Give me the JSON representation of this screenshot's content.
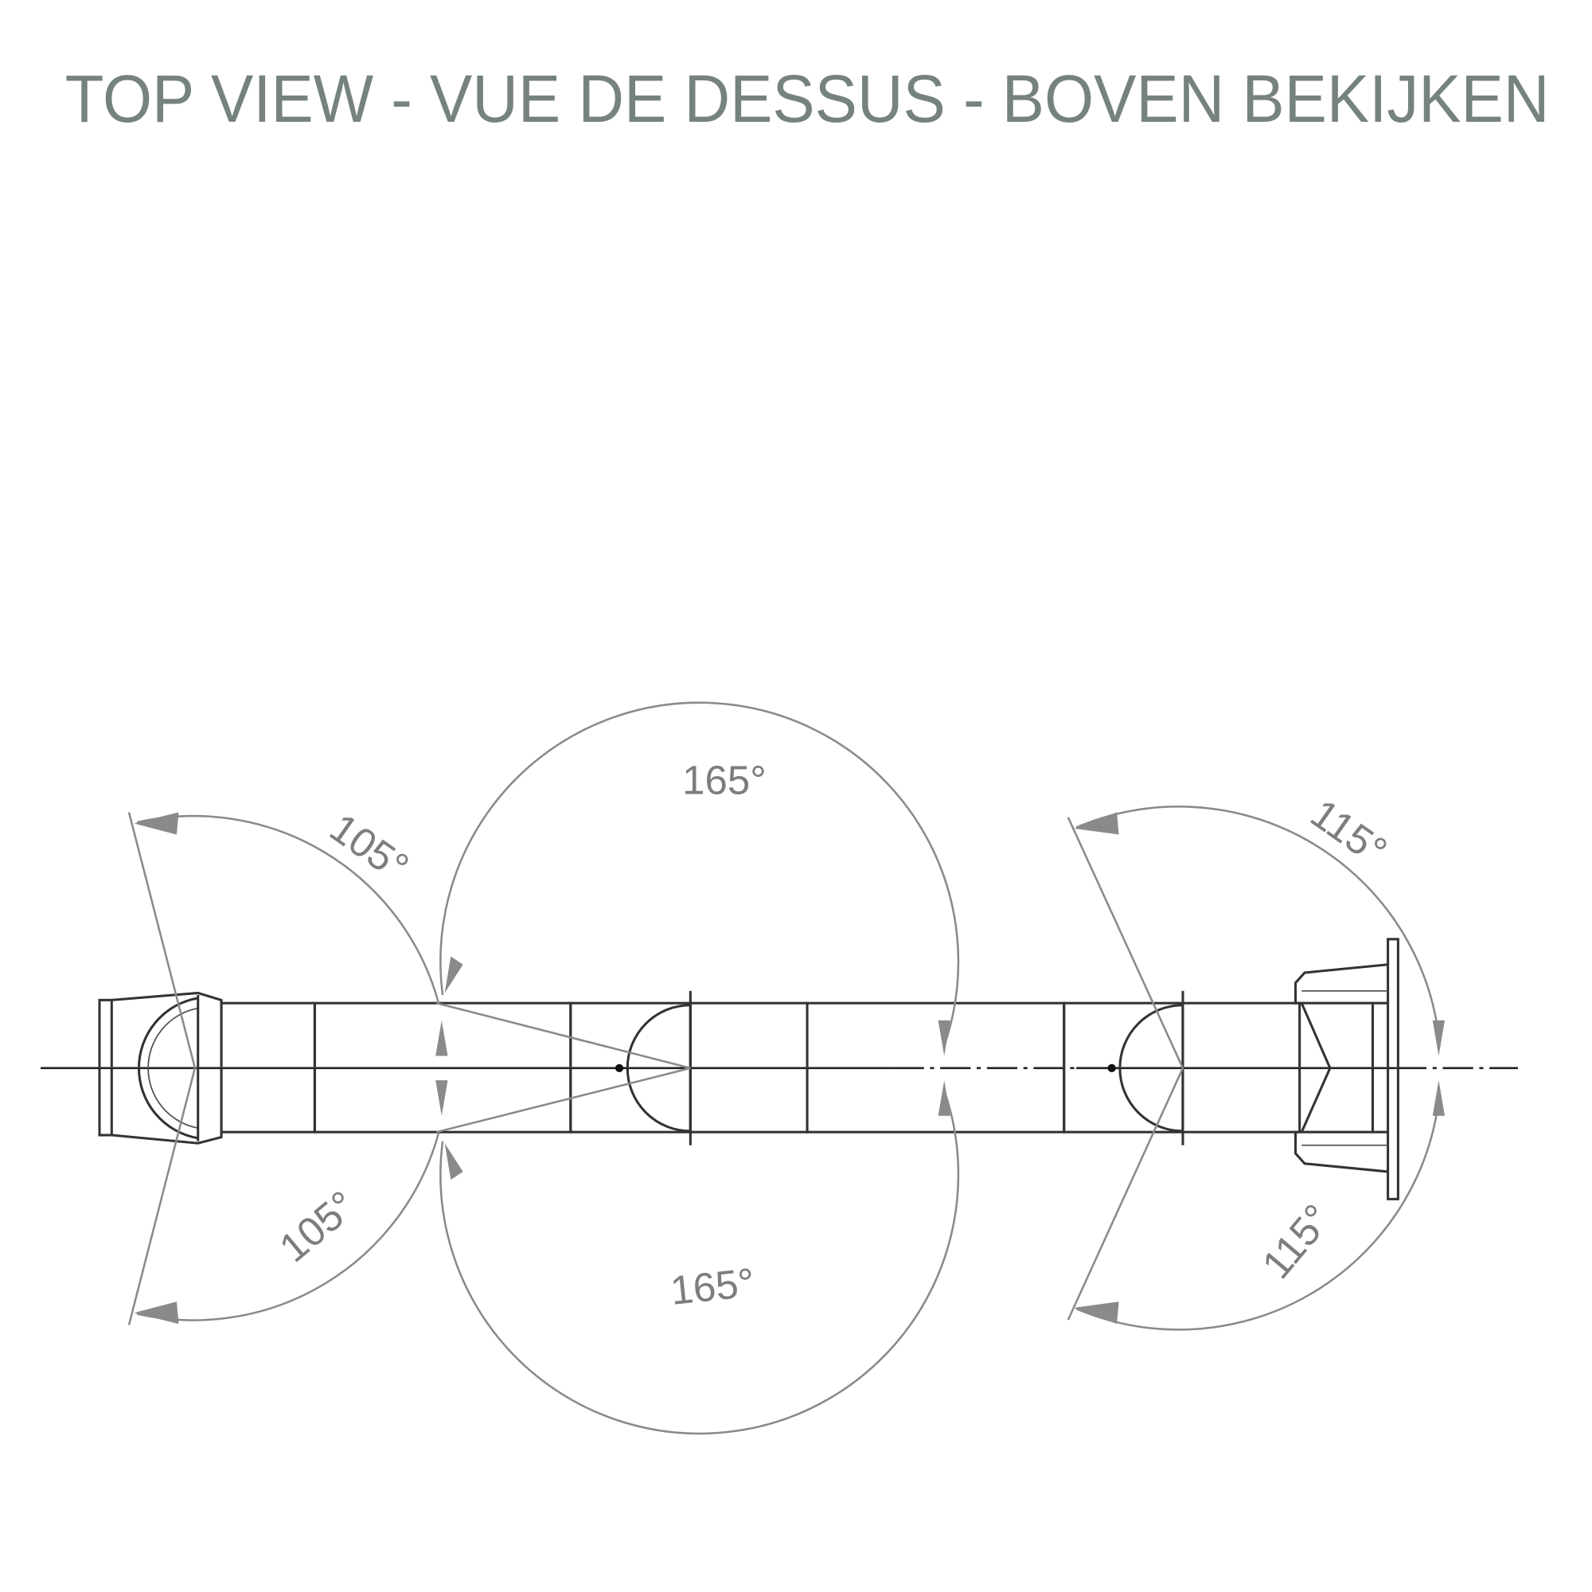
{
  "title": "TOP VIEW - VUE DE DESSUS - BOVEN BEKIJKEN",
  "angles": {
    "left_top": "105°",
    "left_bottom": "105°",
    "middle_top": "165°",
    "middle_bottom": "165°",
    "right_top": "115°",
    "right_bottom": "115°"
  },
  "colors": {
    "title": "#76827f",
    "dimension": "#8a8a8a",
    "part": "#333333"
  }
}
